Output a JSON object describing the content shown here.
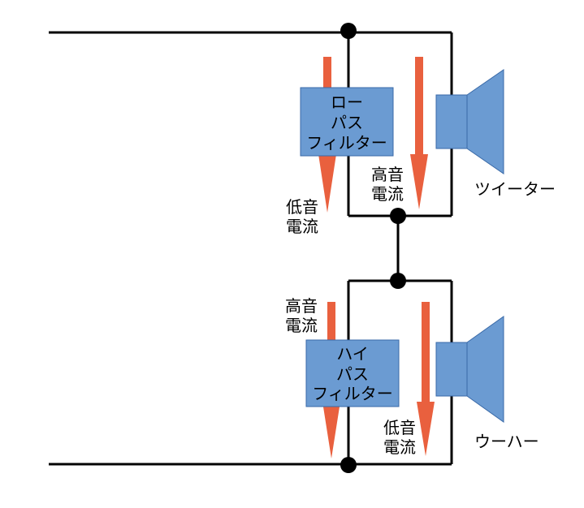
{
  "low_pass_filter": {
    "lines": [
      "ロー",
      "パス",
      "フィルター"
    ]
  },
  "high_pass_filter": {
    "lines": [
      "ハイ",
      "パス",
      "フィルター"
    ]
  },
  "labels": {
    "low_current_top": [
      "低音",
      "電流"
    ],
    "high_current_top": [
      "高音",
      "電流"
    ],
    "high_current_bottom": [
      "高音",
      "電流"
    ],
    "low_current_bottom": [
      "低音",
      "電流"
    ]
  },
  "speakers": {
    "tweeter": "ツイーター",
    "woofer": "ウーハー"
  },
  "colors": {
    "filter_fill": "#6b9bd2",
    "arrow": "#e9603e",
    "wire": "#000000"
  }
}
